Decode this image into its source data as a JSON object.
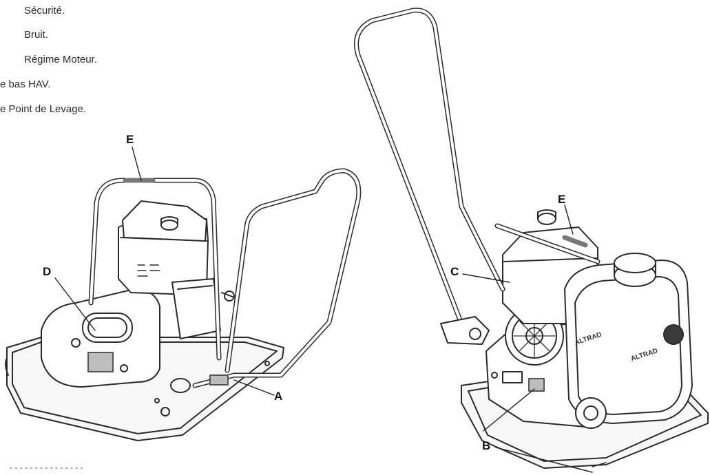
{
  "legend": [
    "Sécurité.",
    "Bruit.",
    "Régime Moteur.",
    "e bas HAV.",
    "e Point de Levage."
  ],
  "callouts": {
    "a": "A",
    "b": "B",
    "c": "C",
    "d": "D",
    "e_left": "E",
    "e_right": "E"
  },
  "brand": {
    "panel_text": "ALTRAD",
    "tank_text": "ALTRAD"
  },
  "footer": "- - -  - - - - -  -  - - - - - -"
}
